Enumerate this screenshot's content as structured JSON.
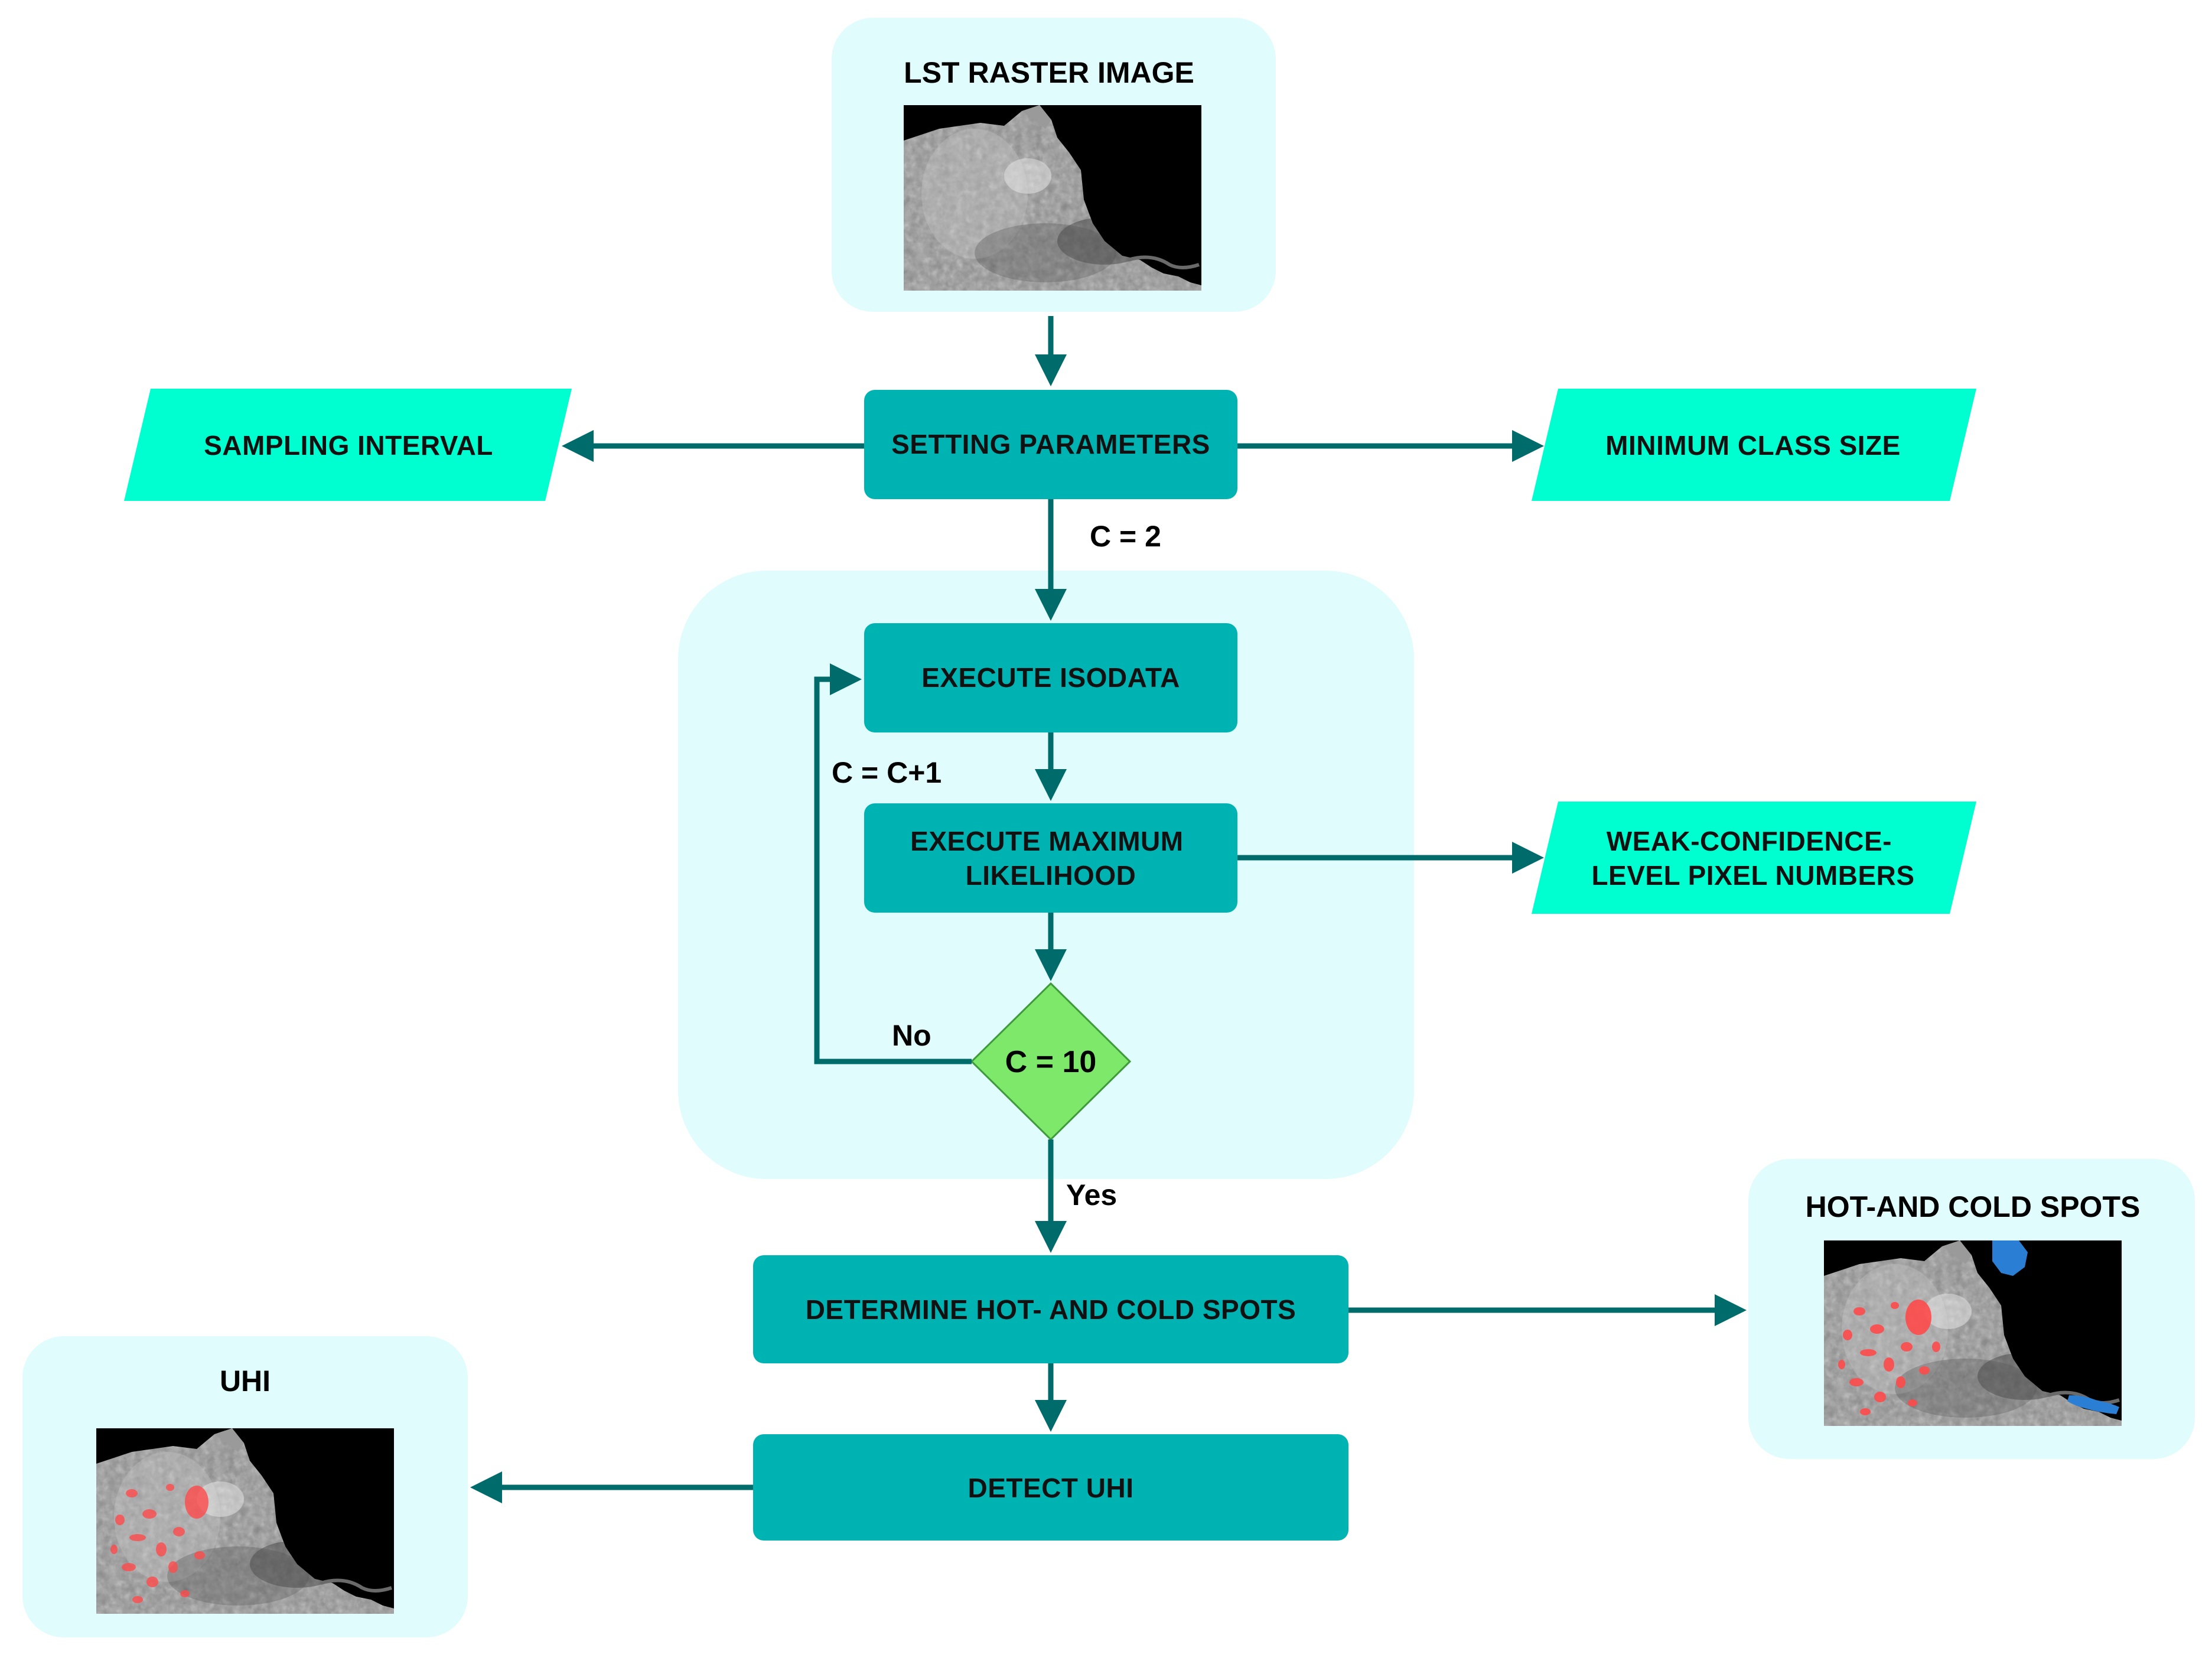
{
  "colors": {
    "background": "#ffffff",
    "container_fill": "#e0fcfc",
    "process_fill": "#00b3b3",
    "data_fill": "#00ffd0",
    "decision_fill": "#7ee86a",
    "connector": "#006b6b",
    "hot_spot": "#ff4b4b",
    "cold_spot": "#2a7fd4"
  },
  "images": {
    "lst_raster": {
      "title": "LST RASTER IMAGE"
    },
    "hot_cold_spots": {
      "title": "HOT-AND COLD SPOTS"
    },
    "uhi": {
      "title": "UHI"
    }
  },
  "nodes": {
    "setting_parameters": "SETTING PARAMETERS",
    "sampling_interval": "SAMPLING INTERVAL",
    "minimum_class_size": "MINIMUM CLASS SIZE",
    "execute_isodata": "EXECUTE ISODATA",
    "execute_maximum_likelihood": [
      "EXECUTE MAXIMUM",
      "LIKELIHOOD"
    ],
    "weak_confidence": [
      "WEAK-CONFIDENCE-",
      "LEVEL PIXEL NUMBERS"
    ],
    "decision": "C = 10",
    "determine_spots": "DETERMINE HOT- AND COLD SPOTS",
    "detect_uhi": "DETECT UHI"
  },
  "edge_labels": {
    "init": "C = 2",
    "increment": "C = C+1",
    "no": "No",
    "yes": "Yes"
  }
}
